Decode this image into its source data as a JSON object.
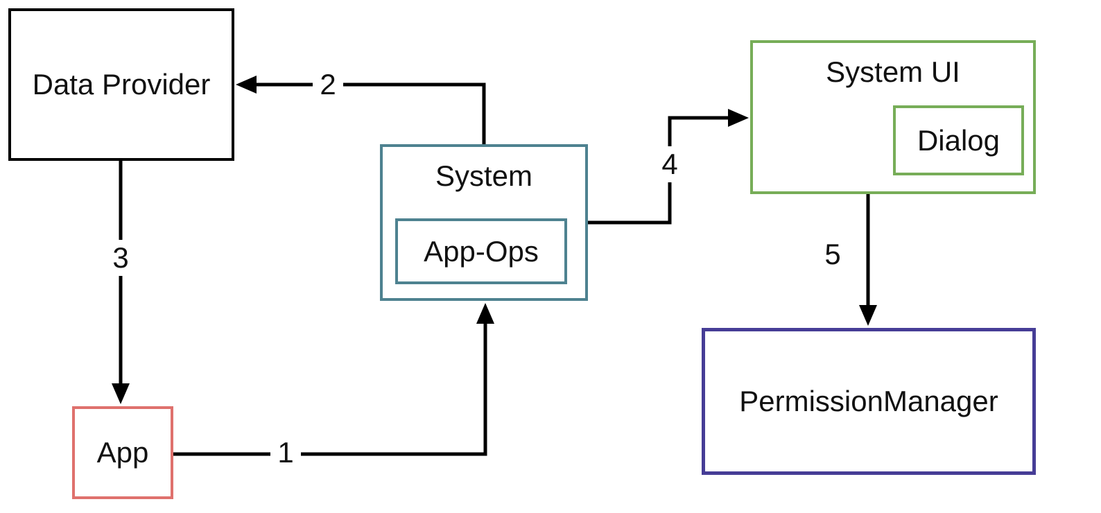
{
  "diagram": {
    "nodes": {
      "data_provider": {
        "label": "Data Provider",
        "border_color": "#000000"
      },
      "app": {
        "label": "App",
        "border_color": "#df716d"
      },
      "system": {
        "label": "System",
        "border_color": "#4e8290"
      },
      "app_ops": {
        "label": "App-Ops",
        "border_color": "#4e8290",
        "parent": "system"
      },
      "system_ui": {
        "label": "System UI",
        "border_color": "#77ad58"
      },
      "dialog": {
        "label": "Dialog",
        "border_color": "#77ad58",
        "parent": "system_ui"
      },
      "permission_manager": {
        "label": "PermissionManager",
        "border_color": "#463d96"
      }
    },
    "edges": [
      {
        "number": "1",
        "from": "app",
        "to": "system"
      },
      {
        "number": "2",
        "from": "system",
        "to": "data_provider"
      },
      {
        "number": "3",
        "from": "data_provider",
        "to": "app"
      },
      {
        "number": "4",
        "from": "system",
        "to": "system_ui"
      },
      {
        "number": "5",
        "from": "system_ui",
        "to": "permission_manager"
      }
    ],
    "colors": {
      "background": "#ffffff",
      "line": "#000000",
      "text": "#111111"
    }
  }
}
